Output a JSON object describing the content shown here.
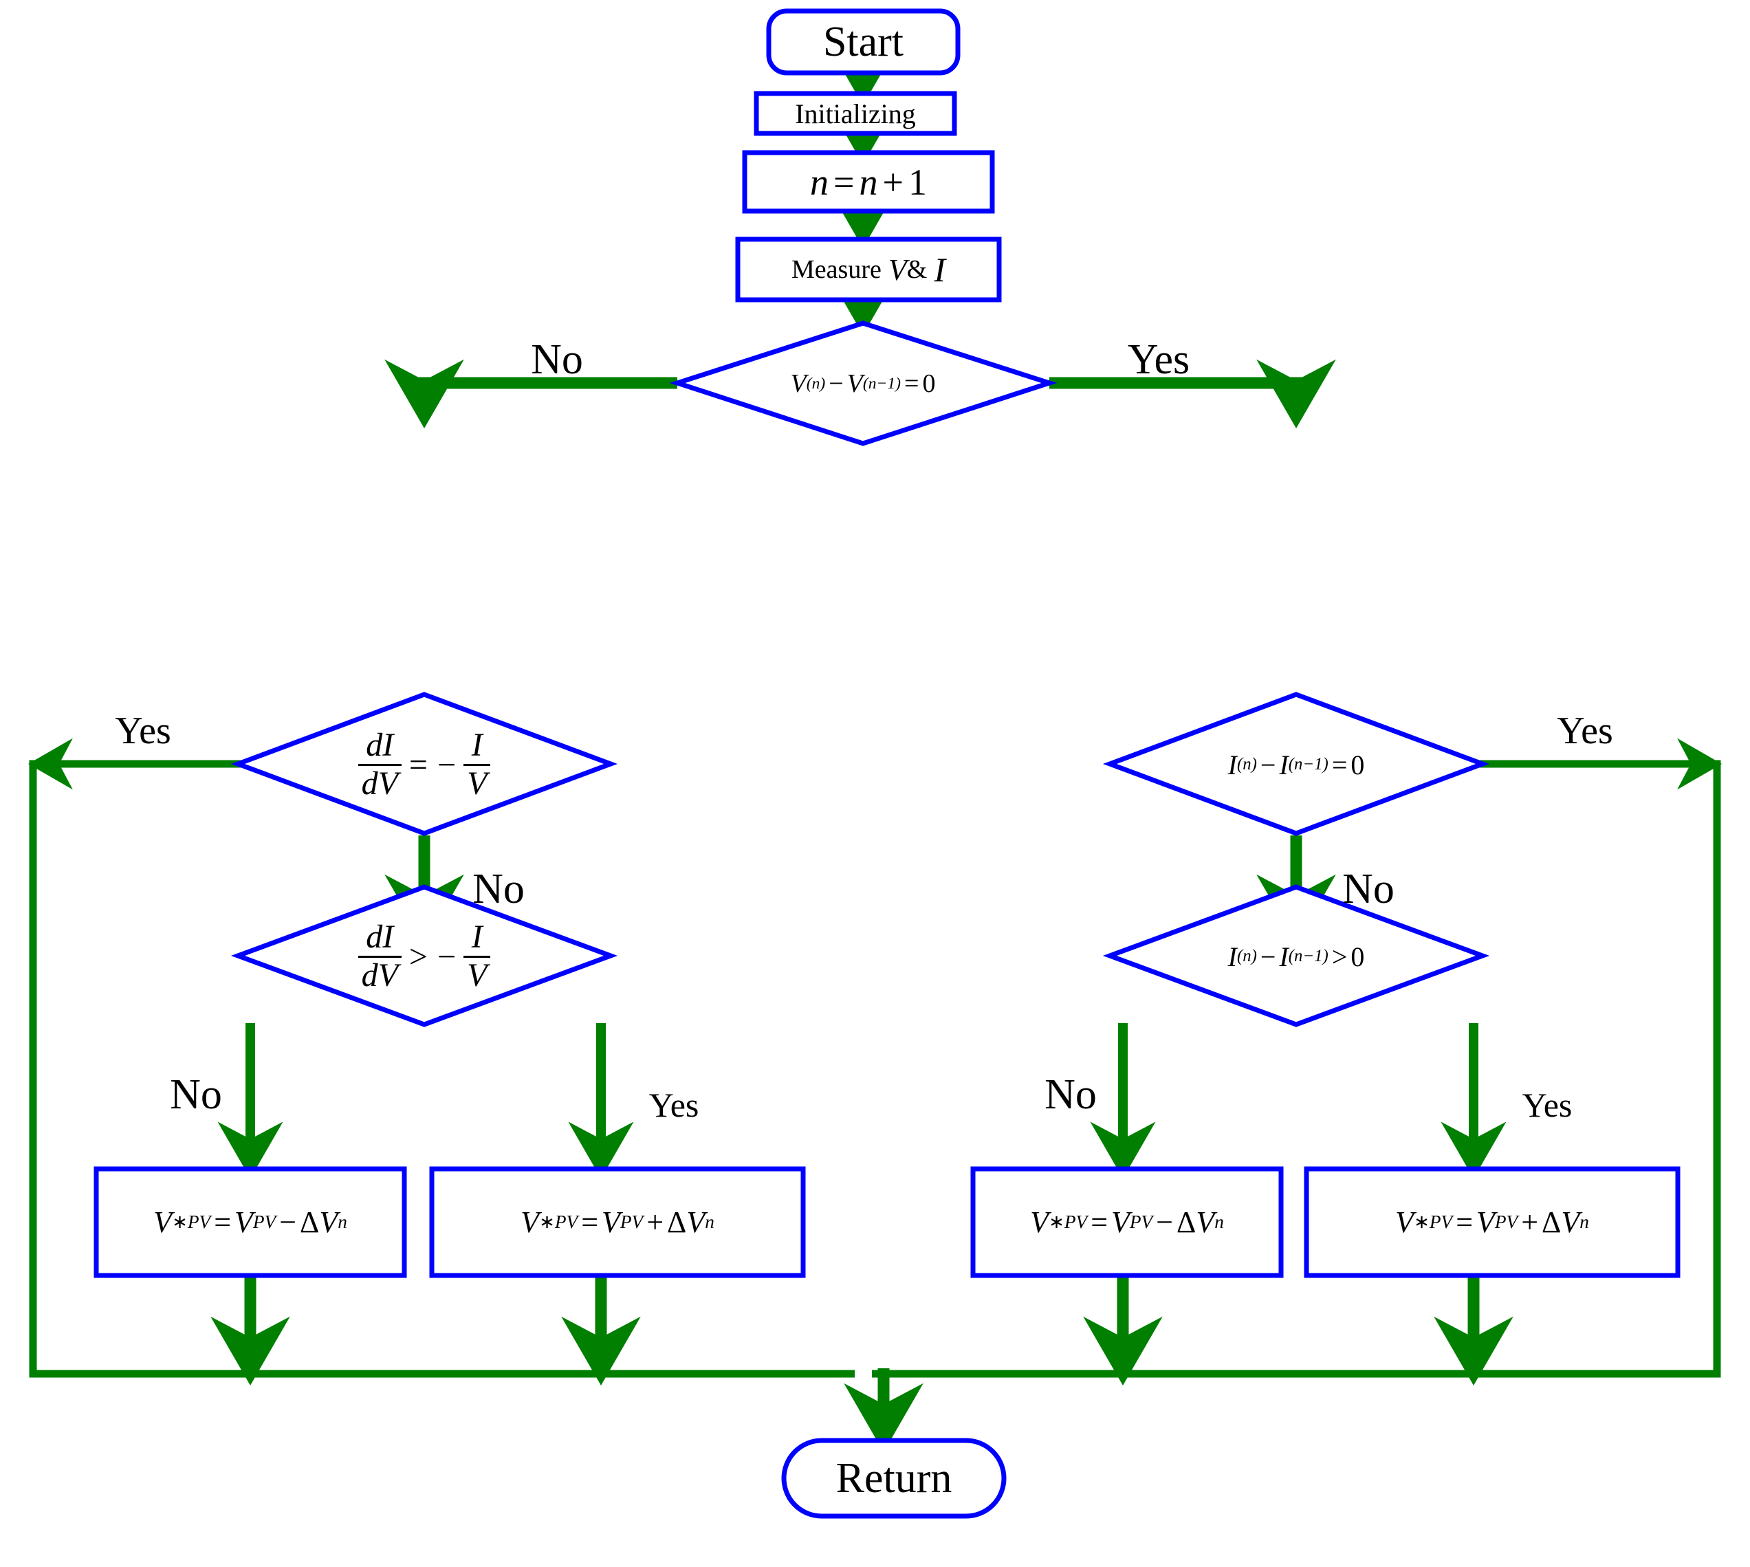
{
  "meta": {
    "title": "Incremental Conductance MPPT Algorithm Flowchart",
    "colors": {
      "node_border": "#0000FF",
      "arrow": "#007F00",
      "text": "#000000",
      "background": "#FFFFFF"
    }
  },
  "nodes": {
    "start": {
      "label": "Start",
      "shape": "rounded-terminal"
    },
    "initializing": {
      "label": "Initializing",
      "shape": "process"
    },
    "increment": {
      "label": "n = n + 1",
      "shape": "process"
    },
    "measure": {
      "label": "Measure V & I",
      "shape": "process"
    },
    "decision_v": {
      "label": "V(n) − V(n−1) = 0",
      "shape": "decision"
    },
    "decision_didv_eq": {
      "label": "dI/dV = −I/V",
      "shape": "decision"
    },
    "decision_didv_gt": {
      "label": "dI/dV > −I/V",
      "shape": "decision"
    },
    "decision_i_eq": {
      "label": "I(n) − I(n−1) = 0",
      "shape": "decision"
    },
    "decision_i_gt": {
      "label": "I(n) − I(n−1) > 0",
      "shape": "decision"
    },
    "act_l_minus": {
      "label": "V*PV = VPV − ΔVn",
      "shape": "process"
    },
    "act_l_plus": {
      "label": "V*PV = VPV + ΔVn",
      "shape": "process"
    },
    "act_r_minus": {
      "label": "V*PV = VPV − ΔVn",
      "shape": "process"
    },
    "act_r_plus": {
      "label": "V*PV = VPV + ΔVn",
      "shape": "process"
    },
    "return": {
      "label": "Return",
      "shape": "rounded-terminal"
    }
  },
  "edge_labels": {
    "v_no": "No",
    "v_yes": "Yes",
    "didv_eq_yes": "Yes",
    "didv_eq_no": "No",
    "didv_gt_no": "No",
    "didv_gt_yes": "Yes",
    "i_eq_yes": "Yes",
    "i_eq_no": "No",
    "i_gt_no": "No",
    "i_gt_yes": "Yes"
  },
  "symbols": {
    "n": "n",
    "V": "V",
    "I": "I",
    "dI": "dI",
    "dV": "dV",
    "eq": "=",
    "gt": ">",
    "minus": "−",
    "plus": "+",
    "zero": "0",
    "one": "1",
    "amp": "&",
    "delta": "Δ",
    "star": "∗",
    "PV": "PV",
    "sub_n": "(n)",
    "sub_n1": "(n−1)",
    "measure_word": "Measure"
  }
}
